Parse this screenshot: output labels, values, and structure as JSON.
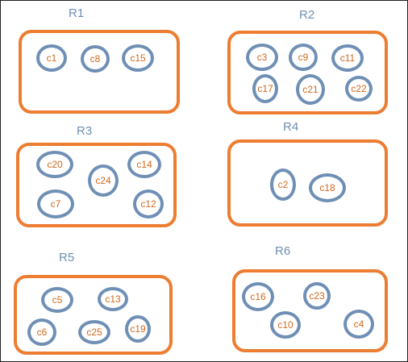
{
  "colors": {
    "region_border": "#ed7d31",
    "cluster_border": "#6f8fb5",
    "region_label": "#6f8fb5",
    "cluster_label": "#d2691e"
  },
  "regions": [
    {
      "label": "R1",
      "clusters": [
        "c1",
        "c8",
        "c15"
      ]
    },
    {
      "label": "R2",
      "clusters": [
        "c3",
        "c9",
        "c11",
        "c17",
        "c21",
        "c22"
      ]
    },
    {
      "label": "R3",
      "clusters": [
        "c20",
        "c24",
        "c14",
        "c7",
        "c12"
      ]
    },
    {
      "label": "R4",
      "clusters": [
        "c2",
        "c18"
      ]
    },
    {
      "label": "R5",
      "clusters": [
        "c5",
        "c13",
        "c6",
        "c25",
        "c19"
      ]
    },
    {
      "label": "R6",
      "clusters": [
        "c16",
        "c23",
        "c10",
        "c4"
      ]
    }
  ]
}
